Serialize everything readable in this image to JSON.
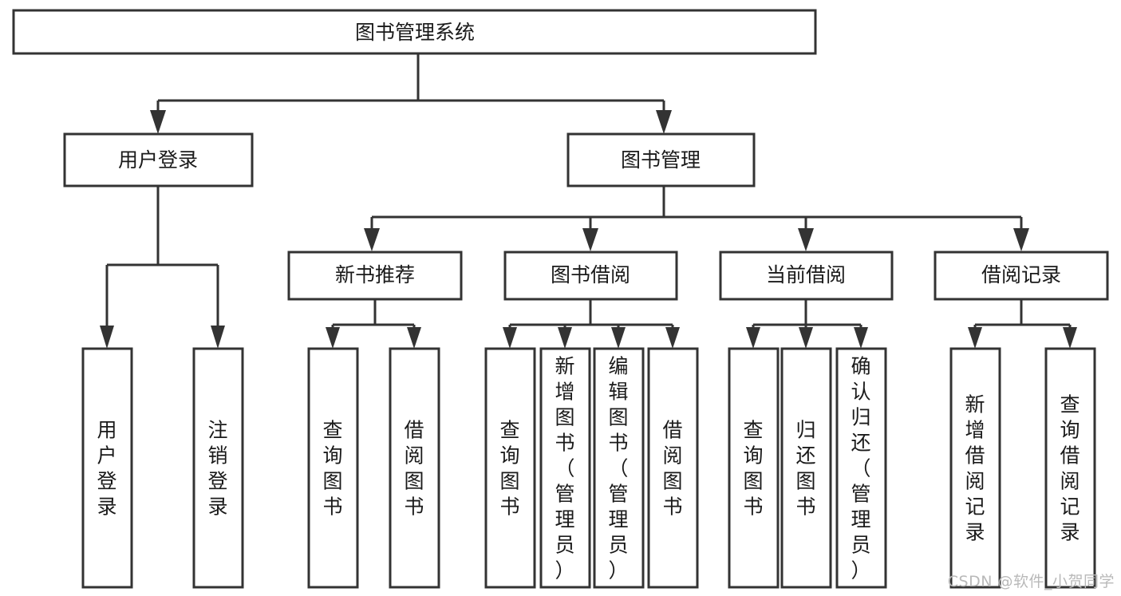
{
  "diagram": {
    "title": "图书管理系统",
    "type": "tree-hierarchy",
    "root": {
      "id": "root",
      "label": "图书管理系统"
    },
    "level2": [
      {
        "id": "user-login",
        "label": "用户登录"
      },
      {
        "id": "book-manage",
        "label": "图书管理"
      }
    ],
    "level3": [
      {
        "id": "new-book-recommend",
        "label": "新书推荐",
        "parent": "book-manage"
      },
      {
        "id": "book-borrow",
        "label": "图书借阅",
        "parent": "book-manage"
      },
      {
        "id": "current-borrow",
        "label": "当前借阅",
        "parent": "book-manage"
      },
      {
        "id": "borrow-record",
        "label": "借阅记录",
        "parent": "book-manage"
      }
    ],
    "leaves": [
      {
        "id": "leaf-user-login",
        "label": "用户登录",
        "parent": "user-login"
      },
      {
        "id": "leaf-user-logout",
        "label": "注销登录",
        "parent": "user-login"
      },
      {
        "id": "leaf-query-book-1",
        "label": "查询图书",
        "parent": "new-book-recommend"
      },
      {
        "id": "leaf-borrow-book-1",
        "label": "借阅图书",
        "parent": "new-book-recommend"
      },
      {
        "id": "leaf-query-book-2",
        "label": "查询图书",
        "parent": "book-borrow"
      },
      {
        "id": "leaf-add-book",
        "label": "新增图书（管理员）",
        "parent": "book-borrow"
      },
      {
        "id": "leaf-edit-book",
        "label": "编辑图书（管理员）",
        "parent": "book-borrow"
      },
      {
        "id": "leaf-borrow-book-2",
        "label": "借阅图书",
        "parent": "book-borrow"
      },
      {
        "id": "leaf-query-book-3",
        "label": "查询图书",
        "parent": "current-borrow"
      },
      {
        "id": "leaf-return-book",
        "label": "归还图书",
        "parent": "current-borrow"
      },
      {
        "id": "leaf-confirm-return",
        "label": "确认归还（管理员）",
        "parent": "current-borrow"
      },
      {
        "id": "leaf-add-record",
        "label": "新增借阅记录",
        "parent": "borrow-record"
      },
      {
        "id": "leaf-query-record",
        "label": "查询借阅记录",
        "parent": "borrow-record"
      }
    ],
    "colors": {
      "stroke": "#333333",
      "fill": "#ffffff",
      "text": "#1a1a1a",
      "watermark": "#b9b9b9"
    }
  },
  "watermark": {
    "text": "CSDN @软件_小贺同学"
  }
}
